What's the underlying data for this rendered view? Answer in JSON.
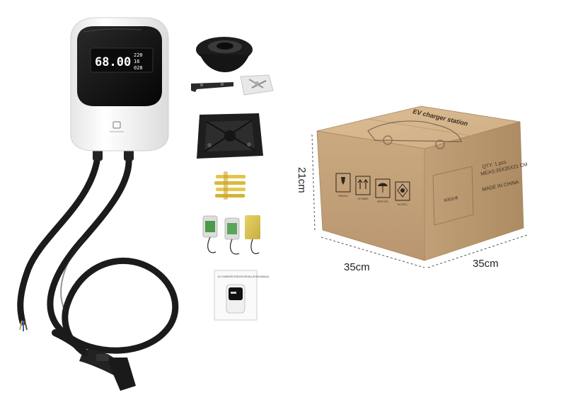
{
  "charger": {
    "display_main": "68.00",
    "display_side": [
      "220",
      "16",
      "028"
    ]
  },
  "manual": {
    "cover_title": "EV CHARGER STATION INSTALLATION MANUAL"
  },
  "box": {
    "top_label": "EV charger station",
    "qty": "QTY:  1  pcs",
    "meas": "MEAS:35X35X21 CM",
    "made": "MADE IN CHINA",
    "sticker": "标签区域",
    "icons": [
      {
        "name": "fragile-icon",
        "label": "FRAGILE"
      },
      {
        "name": "up-arrows-icon",
        "label": "UP WARD"
      },
      {
        "name": "keep-dry-icon",
        "label": "KEEP DRY"
      },
      {
        "name": "no-roll-icon",
        "label": "NO ROLL"
      }
    ]
  },
  "dimensions": {
    "height": "21cm",
    "width_left": "35cm",
    "width_right": "35cm"
  },
  "colors": {
    "cardboard_front": "#c6a57c",
    "cardboard_side": "#b8966c",
    "cardboard_top": "#d5b68e",
    "charger_body": "#f7f7f7",
    "charger_face": "#111111",
    "cable": "#1b1b1b"
  }
}
